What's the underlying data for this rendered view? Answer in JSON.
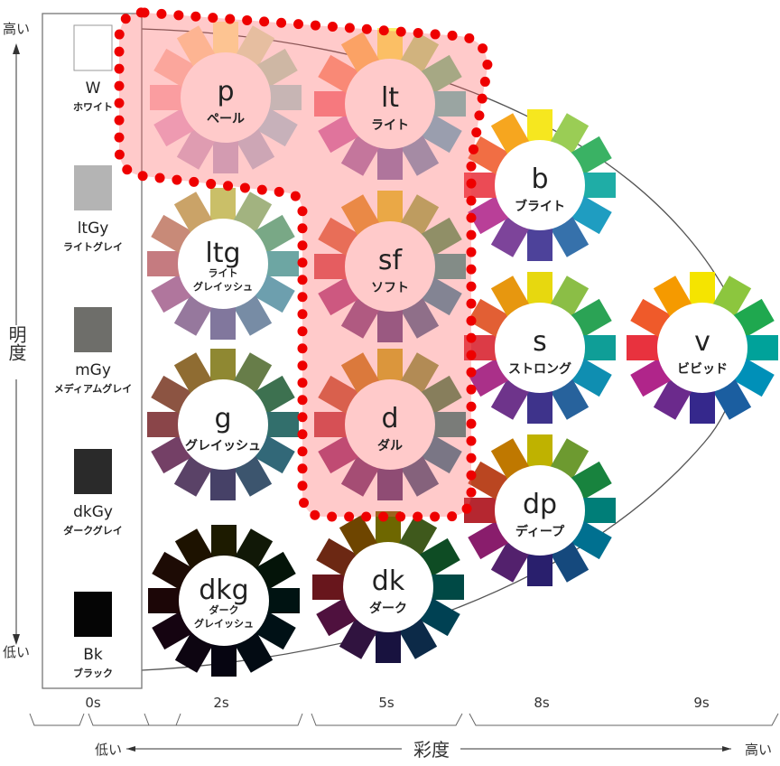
{
  "lightness_axis": {
    "high": "高い",
    "label": "明度",
    "low": "低い"
  },
  "saturation_axis": {
    "low": "低い",
    "label": "彩度",
    "high": "高い"
  },
  "saturation_levels": [
    "0s",
    "2s",
    "5s",
    "8s",
    "9s"
  ],
  "grays": [
    {
      "abbr": "W",
      "name": "ホワイト",
      "color": "#ffffff"
    },
    {
      "abbr": "ltGy",
      "name": "ライトグレイ",
      "color": "#b4b4b4"
    },
    {
      "abbr": "mGy",
      "name": "メディアムグレイ",
      "color": "#6e6e6a"
    },
    {
      "abbr": "dkGy",
      "name": "ダークグレイ",
      "color": "#2a2a2a"
    },
    {
      "abbr": "Bk",
      "name": "ブラック",
      "color": "#050505"
    }
  ],
  "base_hues": [
    "#f5e400",
    "#8cc63e",
    "#1fa84f",
    "#00a29a",
    "#0090b8",
    "#1b5ea0",
    "#35288c",
    "#6b2a8c",
    "#b0258a",
    "#e8323e",
    "#ef5a2a",
    "#f59a00"
  ],
  "tones": [
    {
      "id": "p",
      "abbr": "p",
      "name": [
        "ペール"
      ],
      "mix": "#ffffff",
      "amount": 0.68
    },
    {
      "id": "lt",
      "abbr": "lt",
      "name": [
        "ライト"
      ],
      "mix": "#ffffff",
      "amount": 0.42
    },
    {
      "id": "b",
      "abbr": "b",
      "name": [
        "ブライト"
      ],
      "mix": "#ffffff",
      "amount": 0.12
    },
    {
      "id": "ltg",
      "abbr": "ltg",
      "name": [
        "ライト",
        "グレイッシュ"
      ],
      "mix": "#b0a8a8",
      "amount": 0.62
    },
    {
      "id": "sf",
      "abbr": "sf",
      "name": [
        "ソフト"
      ],
      "mix": "#c0a8a0",
      "amount": 0.38
    },
    {
      "id": "s",
      "abbr": "s",
      "name": [
        "ストロング"
      ],
      "mix": "#808080",
      "amount": 0.12
    },
    {
      "id": "v",
      "abbr": "v",
      "name": [
        "ビビッド"
      ],
      "mix": "#ffffff",
      "amount": 0.0
    },
    {
      "id": "g",
      "abbr": "g",
      "name": [
        "グレイッシュ"
      ],
      "mix": "#505050",
      "amount": 0.62
    },
    {
      "id": "d",
      "abbr": "d",
      "name": [
        "ダル"
      ],
      "mix": "#907070",
      "amount": 0.42
    },
    {
      "id": "dp",
      "abbr": "dp",
      "name": [
        "ディープ"
      ],
      "mix": "#000000",
      "amount": 0.22
    },
    {
      "id": "dkg",
      "abbr": "dkg",
      "name": [
        "ダーク",
        "グレイッシュ"
      ],
      "mix": "#000000",
      "amount": 0.88
    },
    {
      "id": "dk",
      "abbr": "dk",
      "name": [
        "ダーク"
      ],
      "mix": "#000000",
      "amount": 0.55
    }
  ],
  "highlight_color": "#ff0000"
}
